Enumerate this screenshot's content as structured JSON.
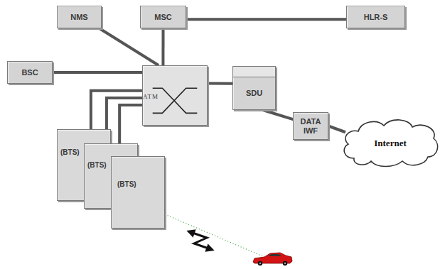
{
  "diagram": {
    "nodes": [
      {
        "text": [
          "NMS"
        ]
      },
      {
        "text": [
          "MSC"
        ]
      },
      {
        "text": [
          "HLR-S"
        ]
      },
      {
        "text": [
          "BSC"
        ]
      },
      {
        "text": [
          "ATM"
        ]
      },
      {
        "text": [
          "SDU"
        ]
      },
      {
        "text": [
          "DATA IWF"
        ]
      },
      {
        "text": [
          "Internet"
        ]
      },
      {
        "text": [
          "(BTS)"
        ]
      },
      {
        "text": [
          "(BTS)"
        ]
      },
      {
        "text": [
          "(BTS)"
        ]
      }
    ],
    "edges": [
      {
        "from": 0,
        "to": 4,
        "arrow": "none"
      },
      {
        "from": 1,
        "to": 4,
        "arrow": "none"
      },
      {
        "from": 1,
        "to": 2,
        "arrow": "none"
      },
      {
        "from": 3,
        "to": 4,
        "arrow": "none"
      },
      {
        "from": 4,
        "to": 5,
        "arrow": "none"
      },
      {
        "from": 5,
        "to": 6,
        "arrow": "none"
      },
      {
        "from": 6,
        "to": 7,
        "arrow": "none"
      },
      {
        "from": 8,
        "to": 4,
        "arrow": "none"
      },
      {
        "from": 9,
        "to": 4,
        "arrow": "none"
      },
      {
        "from": 10,
        "to": 4,
        "arrow": "none"
      }
    ]
  }
}
